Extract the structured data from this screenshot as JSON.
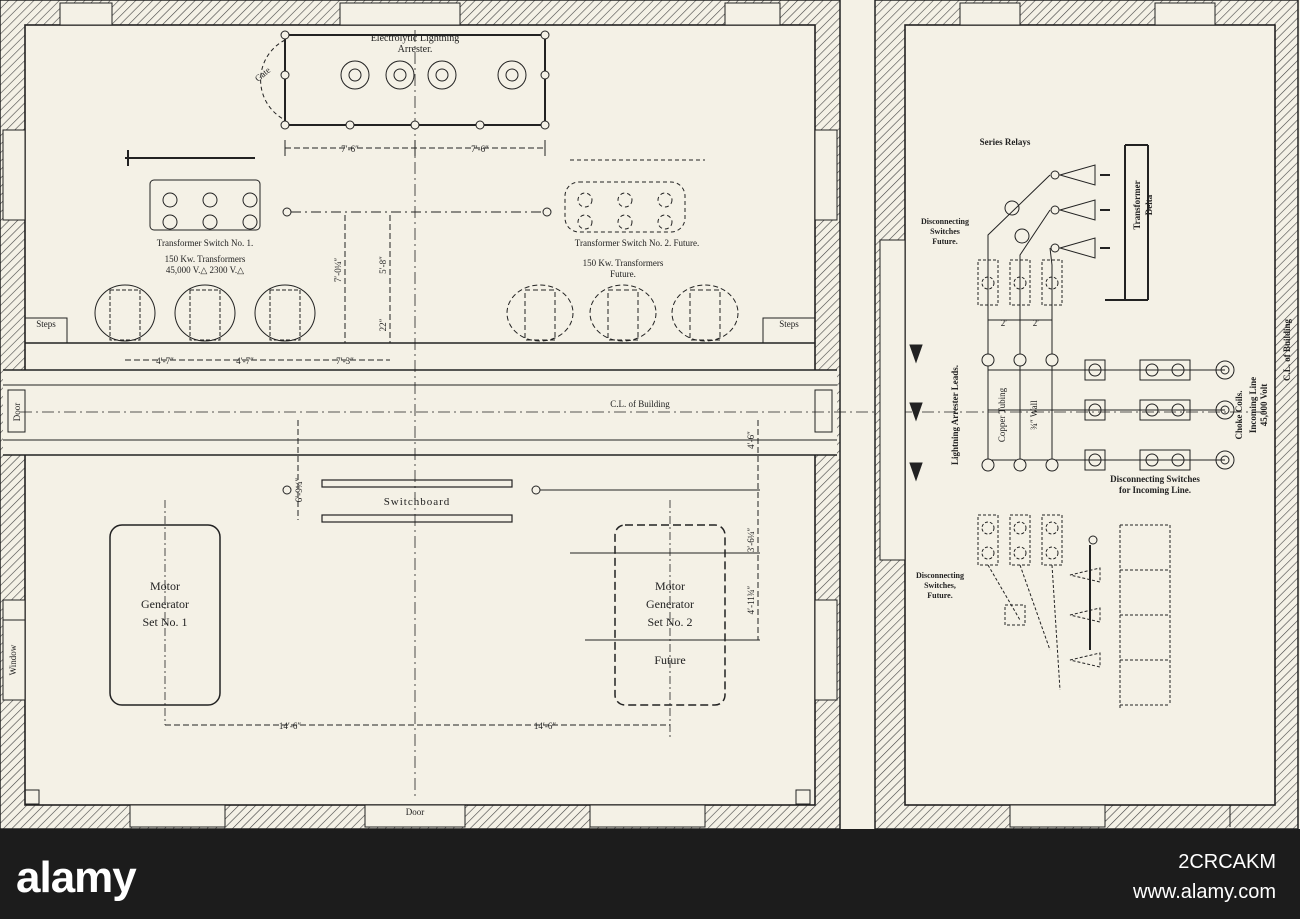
{
  "left_plan": {
    "arrester_title_1": "Electrolytic Lightning",
    "arrester_title_2": "Arrester.",
    "gate": "Gate",
    "dim_7_6": "7′-6″",
    "switch1": "Transformer Switch No. 1.",
    "switch2": "Transformer Switch No. 2. Future.",
    "trans1_line1": "150 Kw. Transformers",
    "trans1_line2": "45,000 V.△  2300 V.△",
    "trans2_line1": "150 Kw. Transformers",
    "trans2_line2": "Future.",
    "steps": "Steps",
    "dim_4_7": "4′-7″",
    "dim_7_3": "7′-3″",
    "dim_7_0": "7′-0¼″",
    "dim_5_8": "5′-8″",
    "dim_22": "22″",
    "door": "Door",
    "cl_building": "C.L. of Building",
    "dim_6_9": "6′-9¼″",
    "dim_4_6": "4′-6″",
    "switchboard": "Switchboard",
    "dim_3_6": "3′-6¼″",
    "dim_4_11": "4′-11¾″",
    "mg1_1": "Motor",
    "mg1_2": "Generator",
    "mg1_3": "Set No. 1",
    "mg2_1": "Motor",
    "mg2_2": "Generator",
    "mg2_3": "Set No. 2",
    "mg2_4": "Future",
    "window": "Window",
    "dim_14_6": "14′-6″"
  },
  "right_plan": {
    "series_relays": "Series Relays",
    "transformer_delta_1": "Transformer",
    "transformer_delta_2": "Delta",
    "disc_future_1": "Disconnecting",
    "disc_future_2": "Switches",
    "disc_future_3": "Future.",
    "dim_2": "2′",
    "lightning_leads": "Lightning Arrester Leads.",
    "copper_1": "Copper Tubing",
    "copper_2": "¾″ Wall",
    "choke": "Choke Coils.",
    "incoming_1": "Incoming Line",
    "incoming_2": "45,000 Volt",
    "cl_building": "C.L. of Building",
    "disc_incoming_1": "Disconnecting Switches",
    "disc_incoming_2": "for Incoming Line.",
    "disc_future_b1": "Disconnecting",
    "disc_future_b2": "Switches,",
    "disc_future_b3": "Future."
  },
  "watermark": {
    "logo": "alamy",
    "image_id": "2CRCAKM",
    "url": "www.alamy.com"
  }
}
